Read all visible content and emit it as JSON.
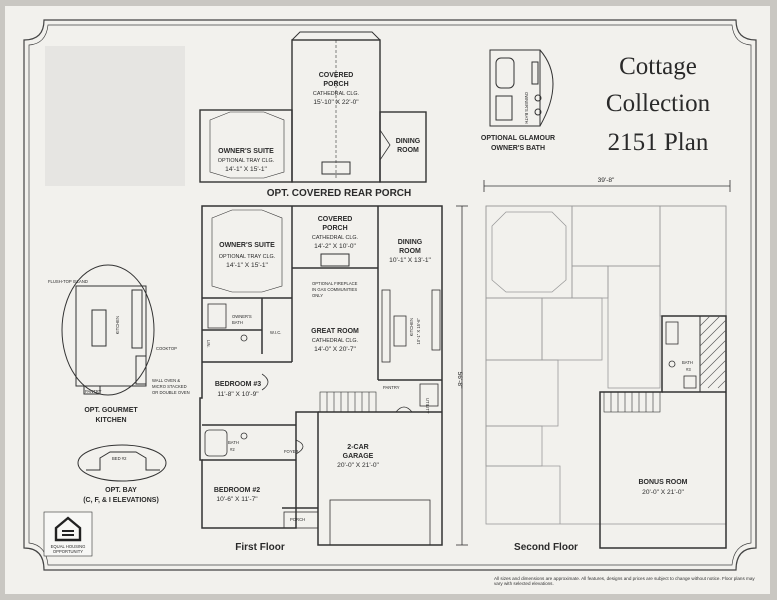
{
  "title": {
    "line1": "Cottage",
    "line2": "Collection",
    "line3": "2151 Plan"
  },
  "options": {
    "covered_rear_porch": "OPT. COVERED REAR PORCH",
    "glamour_bath_1": "OPTIONAL GLAMOUR",
    "glamour_bath_2": "OWNER'S BATH",
    "glamour_bath_room": "OWNER'S BATH",
    "gourmet_kitchen_1": "OPT. GOURMET",
    "gourmet_kitchen_2": "KITCHEN",
    "gourmet_island": "FLUSH-TOP ISLAND",
    "gourmet_kitchen_room": "KITCHEN",
    "gourmet_cooktop": "COOKTOP",
    "gourmet_ovens_1": "WALL OVEN &",
    "gourmet_ovens_2": "MICRO STACKED",
    "gourmet_ovens_3": "OR DOUBLE OVEN",
    "gourmet_pantry": "PANTRY",
    "bay_room": "BED #2",
    "bay_1": "OPT. BAY",
    "bay_2": "(C, F, & I ELEVATIONS)"
  },
  "rear_porch_detail": {
    "owners_suite": {
      "name": "OWNER'S SUITE",
      "ceiling": "OPTIONAL TRAY CLG.",
      "size": "14'-1\" X 15'-1\""
    },
    "covered_porch": {
      "name1": "COVERED",
      "name2": "PORCH",
      "ceiling": "CATHEDRAL CLG.",
      "size": "15'-10\" X 22'-0\""
    },
    "dining": {
      "name1": "DINING",
      "name2": "ROOM"
    }
  },
  "first_floor": {
    "caption": "First Floor",
    "owners_suite": {
      "name": "OWNER'S SUITE",
      "ceiling": "OPTIONAL TRAY CLG.",
      "size": "14'-1\" X 15'-1\""
    },
    "covered_porch": {
      "name1": "COVERED",
      "name2": "PORCH",
      "ceiling": "CATHEDRAL CLG.",
      "size": "14'-2\" X 10'-0\""
    },
    "dining": {
      "name1": "DINING",
      "name2": "ROOM",
      "size": "10'-1\" X 13'-1\""
    },
    "fireplace_1": "OPTIONAL FIREPLACE",
    "fireplace_2": "IN GAS COMMUNITIES",
    "fireplace_3": "ONLY",
    "owners_bath_1": "OWNER'S",
    "owners_bath_2": "BATH",
    "wic": "W.I.C.",
    "linen": "LIN.",
    "great_room": {
      "name": "GREAT ROOM",
      "ceiling": "CATHEDRAL CLG.",
      "size": "14'-0\" X 20'-7\""
    },
    "kitchen": {
      "name": "KITCHEN",
      "size": "10'-1\" X 15'-6\""
    },
    "pantry": "PANTRY",
    "utility": "UTILITY",
    "bedroom3": {
      "name": "BEDROOM #3",
      "size": "11'-8\" X 10'-9\""
    },
    "bath2": {
      "name": "BATH",
      "num": "#2"
    },
    "foyer": "FOYER",
    "garage": {
      "name1": "2-CAR",
      "name2": "GARAGE",
      "size": "20'-0\" X 21'-0\""
    },
    "bedroom2": {
      "name": "BEDROOM #2",
      "size": "10'-6\" X 11'-7\""
    },
    "porch": "PORCH",
    "depth": "56'-8\""
  },
  "second_floor": {
    "caption": "Second Floor",
    "width": "39'-8\"",
    "bath3": {
      "name": "BATH",
      "num": "#3"
    },
    "bonus": {
      "name": "BONUS ROOM",
      "size": "20'-0\" X 21'-0\""
    }
  },
  "logo": {
    "line1": "EQUAL HOUSING",
    "line2": "OPPORTUNITY"
  },
  "disclaimer": "All sizes and dimensions are approximate. All features, designs and prices are subject to change without notice. Floor plans may vary with selected elevations."
}
